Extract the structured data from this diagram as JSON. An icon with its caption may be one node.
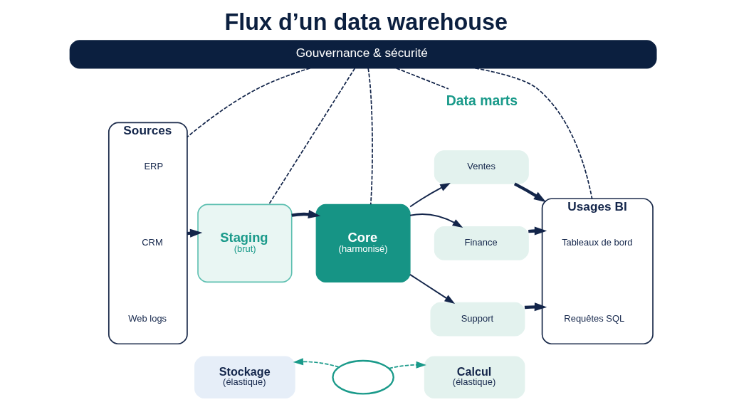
{
  "diagram": {
    "title": "Flux d’un data warehouse",
    "nodes": [
      {
        "text": [
          "Gouvernance & sécurité"
        ]
      },
      {
        "text": [
          "Sources"
        ]
      },
      {
        "text": [
          "ERP"
        ],
        "in": 1
      },
      {
        "text": [
          "CRM"
        ],
        "in": 1
      },
      {
        "text": [
          "Web logs"
        ],
        "in": 1
      },
      {
        "text": [
          "Staging",
          "(brut)"
        ]
      },
      {
        "text": [
          "Core",
          "(harmonisé)"
        ]
      },
      {
        "text": [
          "Data marts"
        ]
      },
      {
        "text": [
          "Ventes"
        ]
      },
      {
        "text": [
          "Finance"
        ]
      },
      {
        "text": [
          "Support"
        ]
      },
      {
        "text": [
          "Usages BI"
        ]
      },
      {
        "text": [
          "Tableaux de bord"
        ],
        "in": 11
      },
      {
        "text": [
          "Requêtes SQL"
        ],
        "in": 11
      },
      {
        "text": [
          "Stockage",
          "(élastique)"
        ]
      },
      {
        "text": [],
        "shape": "cloud"
      },
      {
        "text": [
          "Calcul",
          "(élastique)"
        ]
      }
    ],
    "edges": [
      {
        "from": 0,
        "to": 1,
        "arrow": "none",
        "style": "dashed"
      },
      {
        "from": 0,
        "to": 5,
        "arrow": "none",
        "style": "dashed"
      },
      {
        "from": 0,
        "to": 6,
        "arrow": "none",
        "style": "dashed"
      },
      {
        "from": 0,
        "to": 7,
        "arrow": "none",
        "style": "dashed"
      },
      {
        "from": 0,
        "to": 11,
        "arrow": "none",
        "style": "dashed"
      },
      {
        "from": 1,
        "to": 5,
        "arrow": "to",
        "style": "thick"
      },
      {
        "from": 5,
        "to": 6,
        "arrow": "to",
        "style": "thick"
      },
      {
        "from": 6,
        "to": 8,
        "arrow": "to"
      },
      {
        "from": 6,
        "to": 9,
        "arrow": "to"
      },
      {
        "from": 6,
        "to": 10,
        "arrow": "to"
      },
      {
        "from": 8,
        "to": 11,
        "arrow": "to",
        "style": "thick"
      },
      {
        "from": 9,
        "to": 11,
        "arrow": "to",
        "style": "thick"
      },
      {
        "from": 10,
        "to": 11,
        "arrow": "to",
        "style": "thick"
      },
      {
        "from": 15,
        "to": 14,
        "arrow": "to",
        "style": "dashed",
        "color": "#1a9a8a"
      },
      {
        "from": 15,
        "to": 16,
        "arrow": "to",
        "style": "dashed",
        "color": "#1a9a8a"
      }
    ]
  }
}
